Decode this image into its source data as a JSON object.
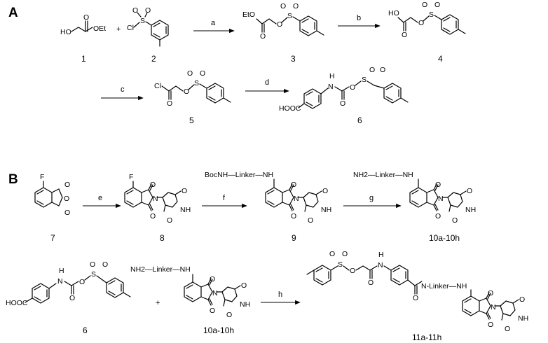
{
  "panels": {
    "a": "A",
    "b": "B"
  },
  "reagents": {
    "a": "a",
    "b": "b",
    "c": "c",
    "d": "d",
    "e": "e",
    "f": "f",
    "g": "g",
    "h": "h"
  },
  "compounds": {
    "c1": "1",
    "c2": "2",
    "c3": "3",
    "c4": "4",
    "c5": "5",
    "c6": "6",
    "c7": "7",
    "c8": "8",
    "c9": "9",
    "c10": "10a-10h",
    "c6b": "6",
    "c10b": "10a-10h",
    "c11": "11a-11h"
  },
  "atoms": {
    "ho": "HO",
    "oet": "OEt",
    "o": "O",
    "cl": "Cl",
    "s": "S",
    "eto": "EtO",
    "h": "H",
    "n": "N",
    "nh": "NH",
    "f": "F",
    "hooc": "HOOC",
    "plus": "+",
    "boc_linker": "BocNH—Linker—NH",
    "nh2_linker": "NH2—Linker—NH",
    "linker_nh": "N-Linker—NH"
  }
}
